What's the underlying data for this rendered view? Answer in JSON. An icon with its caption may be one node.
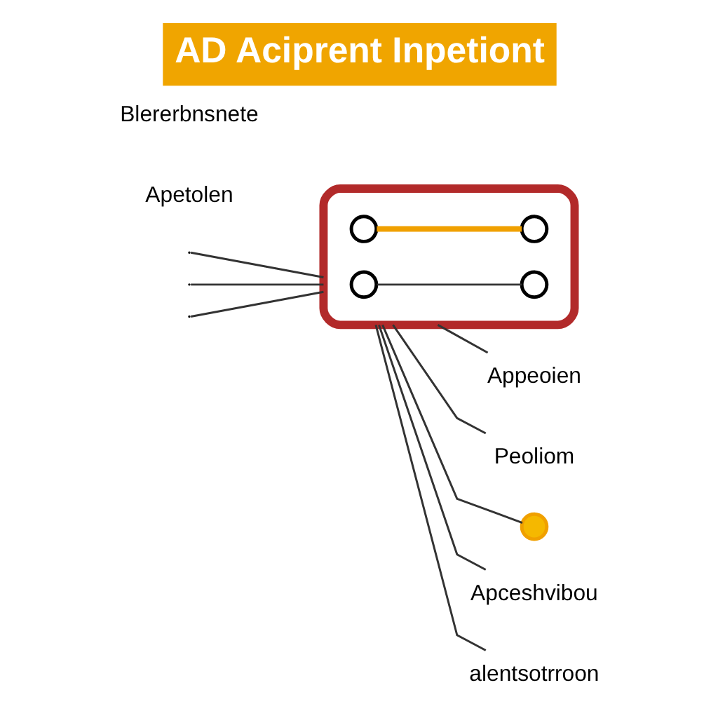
{
  "diagram": {
    "title": "AD Aciprent Inpetiont",
    "nodes": [
      {
        "text": [],
        "shape": "box"
      },
      {
        "text": [],
        "shape": "circle",
        "in": 0
      },
      {
        "text": [],
        "shape": "circle",
        "in": 0
      },
      {
        "text": [],
        "shape": "circle",
        "in": 0
      },
      {
        "text": [],
        "shape": "circle",
        "in": 0
      },
      {
        "text": [
          "Appeoien"
        ]
      },
      {
        "text": [
          "Peoliom"
        ]
      },
      {
        "text": [],
        "shape": "circle"
      },
      {
        "text": [
          "Apceshvibou"
        ]
      },
      {
        "text": [
          "alentsotrroon"
        ]
      }
    ],
    "edges": [
      {
        "from": 1,
        "to": 4,
        "arrow": "none"
      },
      {
        "from": 2,
        "to": 3,
        "arrow": "none",
        "style": "thick",
        "color": "#f0a000"
      },
      {
        "from": null,
        "to": 0,
        "arrow": "none"
      },
      {
        "from": null,
        "to": 0,
        "arrow": "none"
      },
      {
        "from": null,
        "to": 0,
        "arrow": "none"
      },
      {
        "from": 0,
        "to": 5,
        "arrow": "none"
      },
      {
        "from": 0,
        "to": 6,
        "arrow": "none"
      },
      {
        "from": 0,
        "to": 7,
        "arrow": "none"
      },
      {
        "from": 0,
        "to": 8,
        "arrow": "none"
      },
      {
        "from": 0,
        "to": 9,
        "arrow": "none"
      }
    ],
    "labels": [
      "Apetolen",
      "Blererbnsnete"
    ]
  }
}
